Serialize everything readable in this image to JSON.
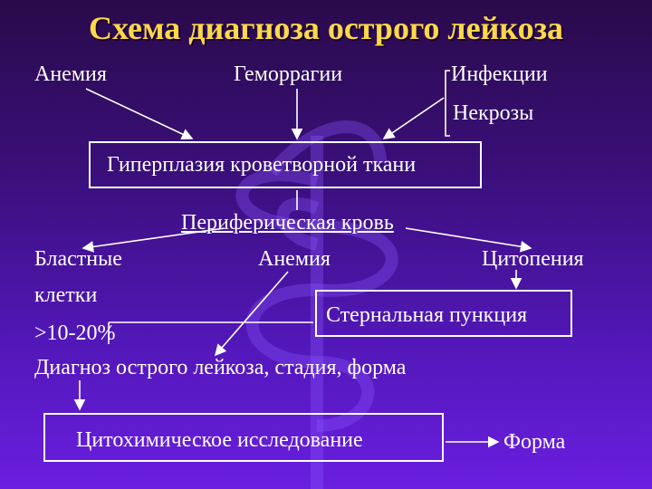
{
  "diagram": {
    "title": "Схема диагноза острого лейкоза",
    "nodes": {
      "anemia_top": "Анемия",
      "hemorrhages": "Геморрагии",
      "infections": "Инфекции",
      "necroses": "Некрозы",
      "hyperplasia": "Гиперплазия кроветворной ткани",
      "peripheral_blood": "Периферическая кровь",
      "blasts_line1": "Бластные",
      "blasts_line2": "клетки",
      "blasts_line3": ">10-20%",
      "anemia_mid": "Анемия",
      "cytopenia": "Цитопения",
      "sternal_puncture": "Стернальная пункция",
      "diagnosis": "Диагноз острого лейкоза, стадия, форма",
      "cytochemistry": "Цитохимическое исследование",
      "form": "Форма"
    },
    "colors": {
      "title": "#ffd84a",
      "text": "#ffffff",
      "background_top": "#2a0a4a",
      "background_bottom": "#6a1ee0"
    }
  }
}
